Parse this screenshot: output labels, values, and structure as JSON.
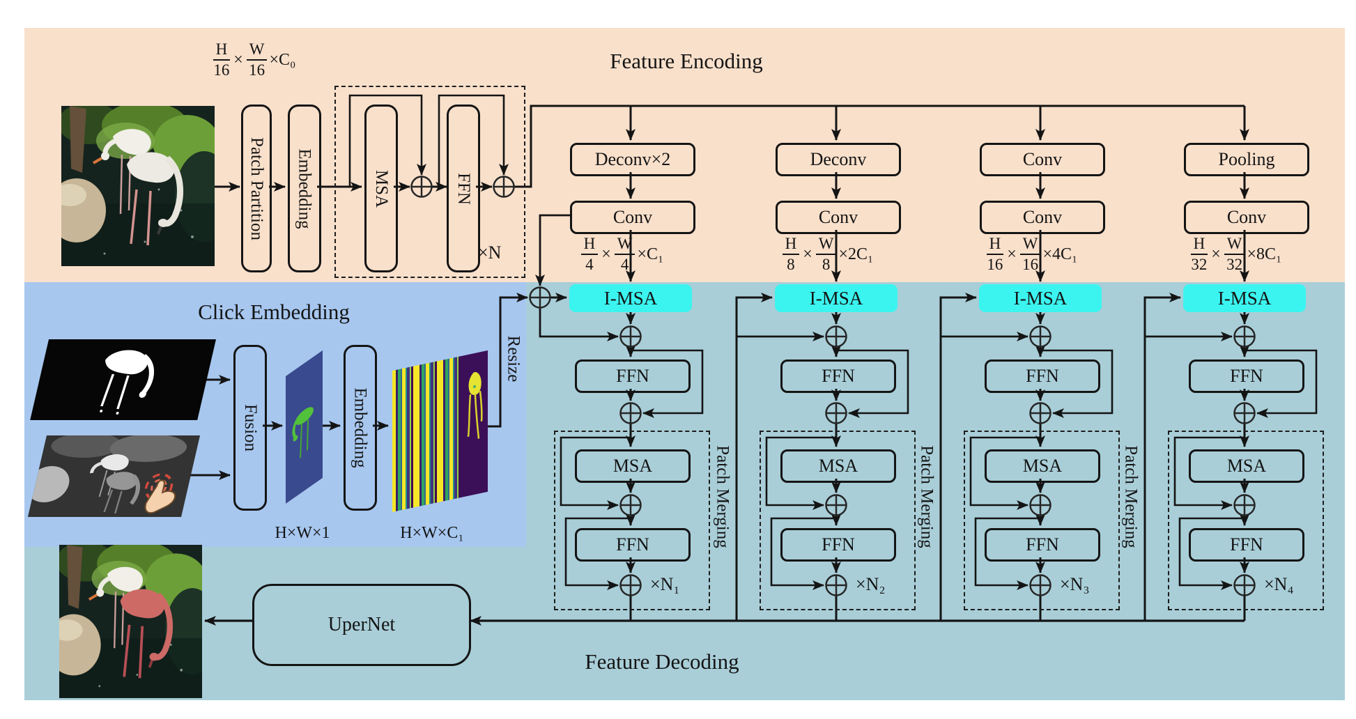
{
  "titles": {
    "encoding": "Feature Encoding",
    "click": "Click Embedding",
    "decoding": "Feature Decoding"
  },
  "colors": {
    "encoding_bg": "#f9e0cb",
    "click_bg": "#a7c7ef",
    "decoding_bg": "#a9ced8",
    "imsa_fill": "#3bf4f0",
    "line": "#141414"
  },
  "encoder": {
    "input_dim": {
      "f1n": "H",
      "f1d": "16",
      "x1": "×",
      "f2n": "W",
      "f2d": "16",
      "tail": "×C₀"
    },
    "patch_partition": "Patch Partition",
    "embedding": "Embedding",
    "block": {
      "msa": "MSA",
      "ffn": "FFN",
      "repeat": "×N"
    },
    "branches": [
      {
        "op1": "Deconv×2",
        "op2": "Conv",
        "dim": {
          "f1n": "H",
          "f1d": "4",
          "x1": "×",
          "f2n": "W",
          "f2d": "4",
          "tail": "×C₁"
        }
      },
      {
        "op1": "Deconv",
        "op2": "Conv",
        "dim": {
          "f1n": "H",
          "f1d": "8",
          "x1": "×",
          "f2n": "W",
          "f2d": "8",
          "tail": "×2C₁"
        }
      },
      {
        "op1": "Conv",
        "op2": "Conv",
        "dim": {
          "f1n": "H",
          "f1d": "16",
          "x1": "×",
          "f2n": "W",
          "f2d": "16",
          "tail": "×4C₁"
        }
      },
      {
        "op1": "Pooling",
        "op2": "Conv",
        "dim": {
          "f1n": "H",
          "f1d": "32",
          "x1": "×",
          "f2n": "W",
          "f2d": "32",
          "tail": "×8C₁"
        }
      }
    ]
  },
  "click": {
    "fusion": "Fusion",
    "embedding": "Embedding",
    "resize": "Resize",
    "map_dim": "H×W×1",
    "embed_dim": "H×W×C₁"
  },
  "decoder": {
    "patch_merging": "Patch Merging",
    "upernet": "UperNet",
    "stages": [
      {
        "imsa": "I-MSA",
        "ffn": "FFN",
        "msa": "MSA",
        "ffn2": "FFN",
        "repeat": "×N₁"
      },
      {
        "imsa": "I-MSA",
        "ffn": "FFN",
        "msa": "MSA",
        "ffn2": "FFN",
        "repeat": "×N₂"
      },
      {
        "imsa": "I-MSA",
        "ffn": "FFN",
        "msa": "MSA",
        "ffn2": "FFN",
        "repeat": "×N₃"
      },
      {
        "imsa": "I-MSA",
        "ffn": "FFN",
        "msa": "MSA",
        "ffn2": "FFN",
        "repeat": "×N₄"
      }
    ]
  }
}
